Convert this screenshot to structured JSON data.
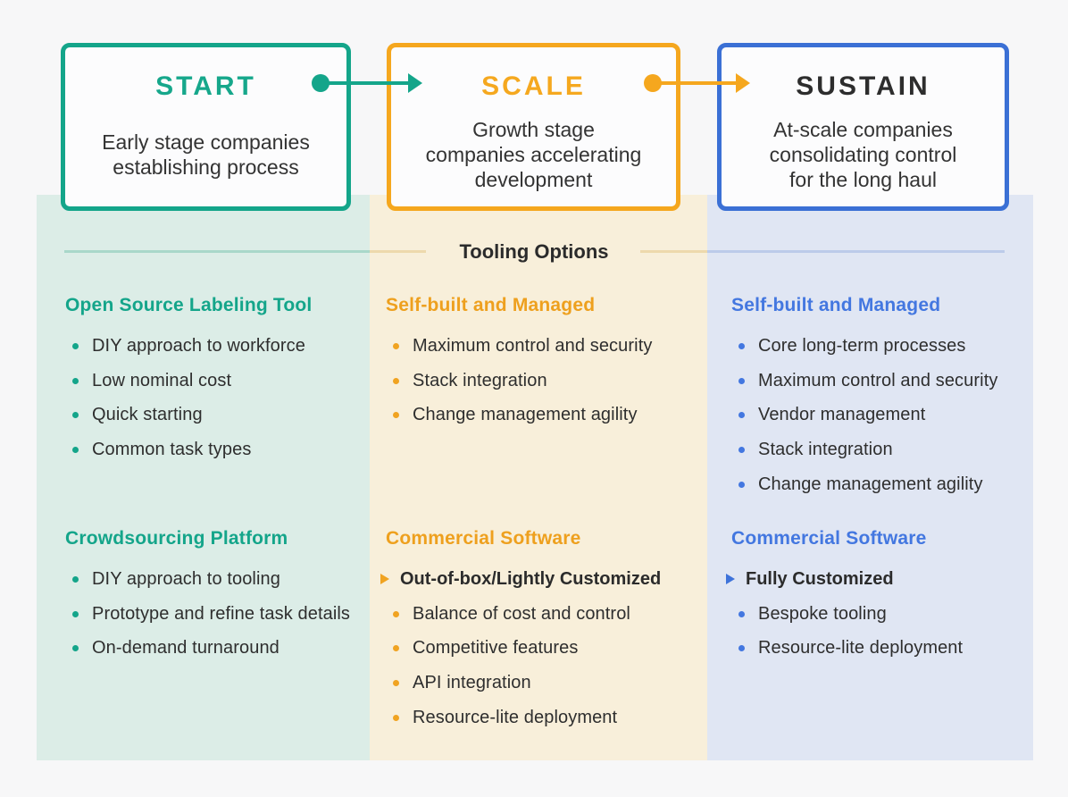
{
  "page": {
    "background": "#f7f7f8",
    "tooling_options_label": "Tooling Options"
  },
  "colors": {
    "teal": "#14a58a",
    "orange": "#f5a71e",
    "blue": "#3b70d5",
    "dark_text": "#2d2d2d",
    "column_bg_start": "#dcede7",
    "column_bg_scale": "#f8efda",
    "column_bg_sustain": "#e0e6f3"
  },
  "stages": [
    {
      "title": "START",
      "description": "Early stage companies\nestablishing process",
      "accent": "#14a58a"
    },
    {
      "title": "SCALE",
      "description": "Growth stage\ncompanies accelerating\ndevelopment",
      "accent": "#f5a71e"
    },
    {
      "title": "SUSTAIN",
      "description": "At-scale companies\nconsolidating control\nfor the long haul",
      "accent": "#3b70d5"
    }
  ],
  "columns": [
    {
      "stage": "START",
      "sections": [
        {
          "heading": "Open Source Labeling Tool",
          "bullets": [
            "DIY approach to workforce",
            "Low nominal cost",
            "Quick starting",
            "Common task types"
          ]
        },
        {
          "heading": "Crowdsourcing Platform",
          "bullets": [
            "DIY approach to tooling",
            "Prototype and refine task details",
            "On-demand turnaround"
          ]
        }
      ]
    },
    {
      "stage": "SCALE",
      "sections": [
        {
          "heading": "Self-built and Managed",
          "bullets": [
            "Maximum control and security",
            "Stack integration",
            "Change management agility"
          ]
        },
        {
          "heading": "Commercial Software",
          "subitem": "Out-of-box/Lightly Customized",
          "bullets": [
            "Balance of cost and control",
            "Competitive features",
            "API integration",
            "Resource-lite deployment"
          ]
        }
      ]
    },
    {
      "stage": "SUSTAIN",
      "sections": [
        {
          "heading": "Self-built and Managed",
          "bullets": [
            "Core long-term processes",
            "Maximum control and security",
            "Vendor management",
            "Stack integration",
            "Change management agility"
          ]
        },
        {
          "heading": "Commercial Software",
          "subitem": "Fully Customized",
          "bullets": [
            "Bespoke tooling",
            "Resource-lite deployment"
          ]
        }
      ]
    }
  ]
}
